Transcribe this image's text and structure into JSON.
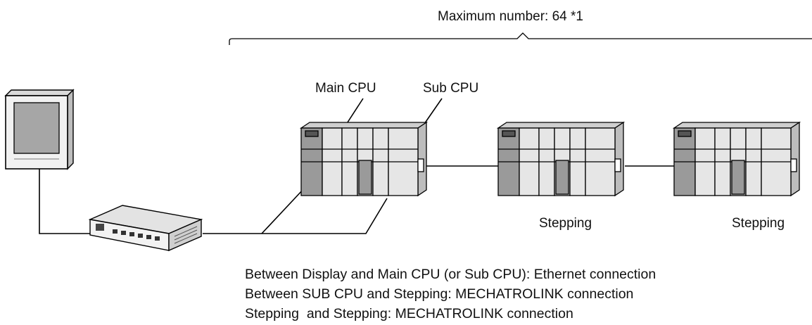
{
  "title": "Maximum number: 64 *1",
  "labels": {
    "main_cpu": "Main CPU",
    "sub_cpu": "Sub CPU",
    "stepping_1": "Stepping",
    "stepping_2": "Stepping"
  },
  "notes": [
    "Between Display and Main CPU (or Sub CPU): Ethernet connection",
    "Between SUB CPU and Stepping: MECHATROLINK connection",
    "Stepping  and Stepping: MECHATROLINK connection"
  ],
  "devices": [
    {
      "id": "display",
      "icon": "touch-panel-display-icon"
    },
    {
      "id": "hub",
      "icon": "ethernet-hub-icon"
    },
    {
      "id": "plc-cpu",
      "icon": "plc-rack-icon"
    },
    {
      "id": "plc-stepping-1",
      "icon": "plc-rack-icon"
    },
    {
      "id": "plc-stepping-2",
      "icon": "plc-rack-icon"
    }
  ],
  "colors": {
    "line": "#000000",
    "module": "#e6e6e6",
    "module_dark": "#9a9a9a",
    "screen": "#a6a6a6"
  }
}
